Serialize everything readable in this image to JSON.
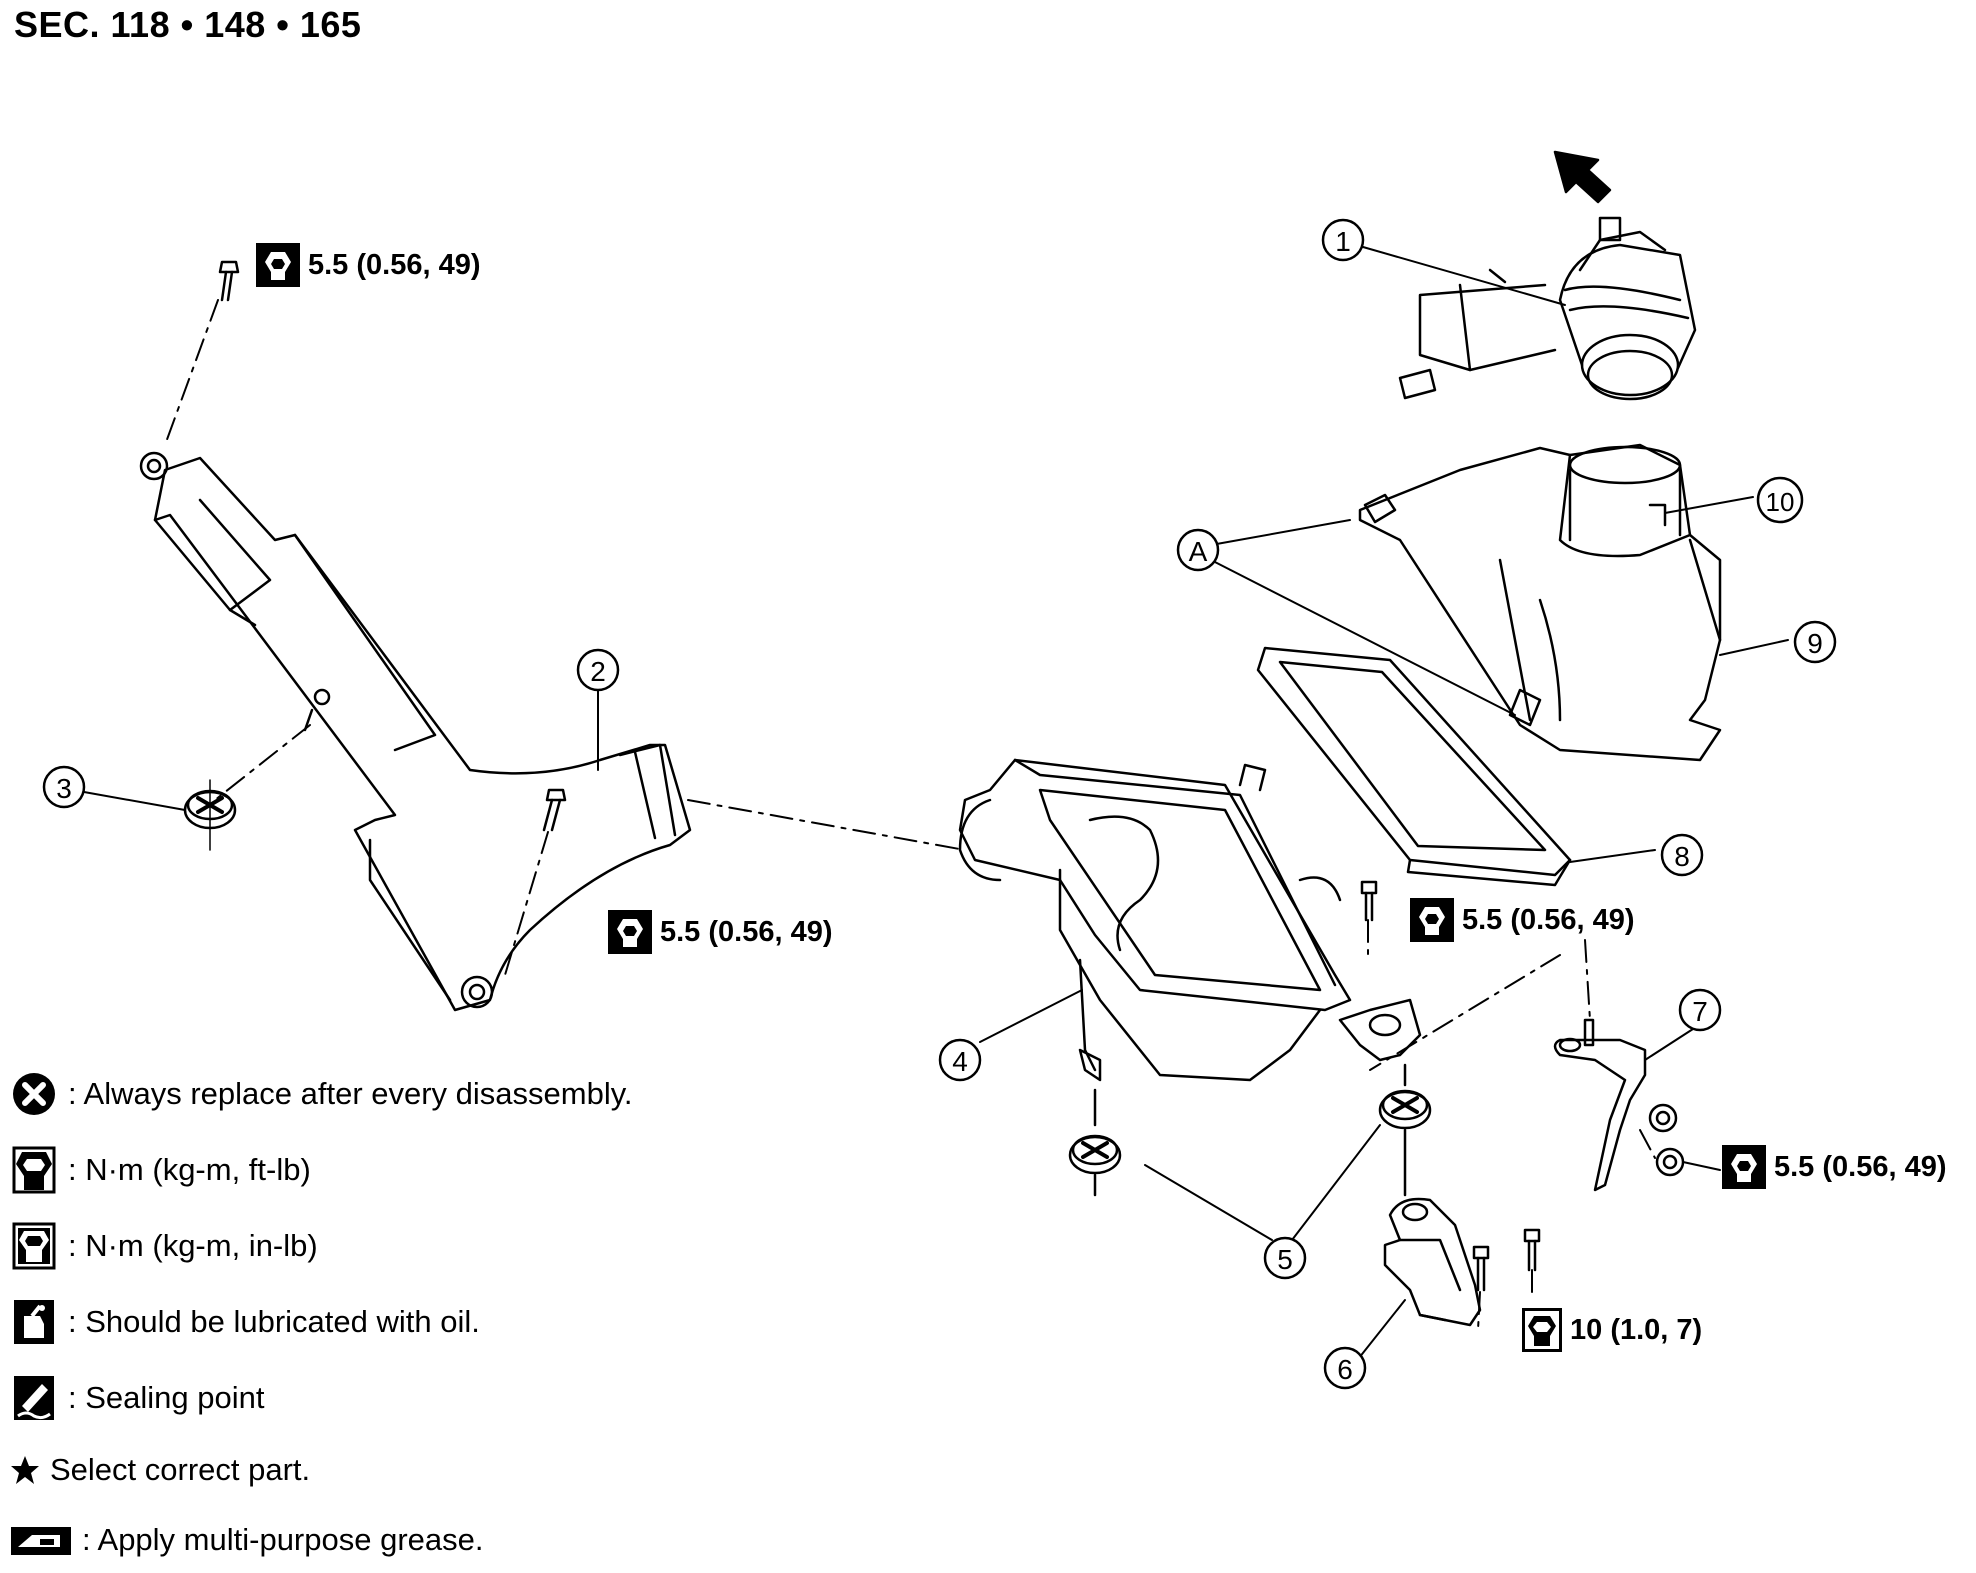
{
  "title": "SEC. 118 • 148 • 165",
  "callouts": [
    "1",
    "2",
    "3",
    "4",
    "5",
    "6",
    "7",
    "8",
    "9",
    "10",
    "A"
  ],
  "torque_labels": {
    "t_top_left": "5.5 (0.56, 49)",
    "t_duct": "5.5 (0.56, 49)",
    "t_center": "5.5 (0.56, 49)",
    "t_bracket7": "5.5 (0.56, 49)",
    "t_bracket6": "10 (1.0, 7)"
  },
  "legend": [
    {
      "icon": "always-replace-icon",
      "text": ": Always replace after every disassembly."
    },
    {
      "icon": "torque-ftlb-icon",
      "text": ": N·m (kg-m, ft-lb)"
    },
    {
      "icon": "torque-inlb-icon",
      "text": ": N·m (kg-m, in-lb)"
    },
    {
      "icon": "oil-can-icon",
      "text": ": Should be lubricated with oil."
    },
    {
      "icon": "sealant-icon",
      "text": ": Sealing point"
    },
    {
      "icon": "star-icon",
      "text": "Select correct part."
    },
    {
      "icon": "grease-gun-icon",
      "text": ": Apply multi-purpose grease."
    }
  ]
}
